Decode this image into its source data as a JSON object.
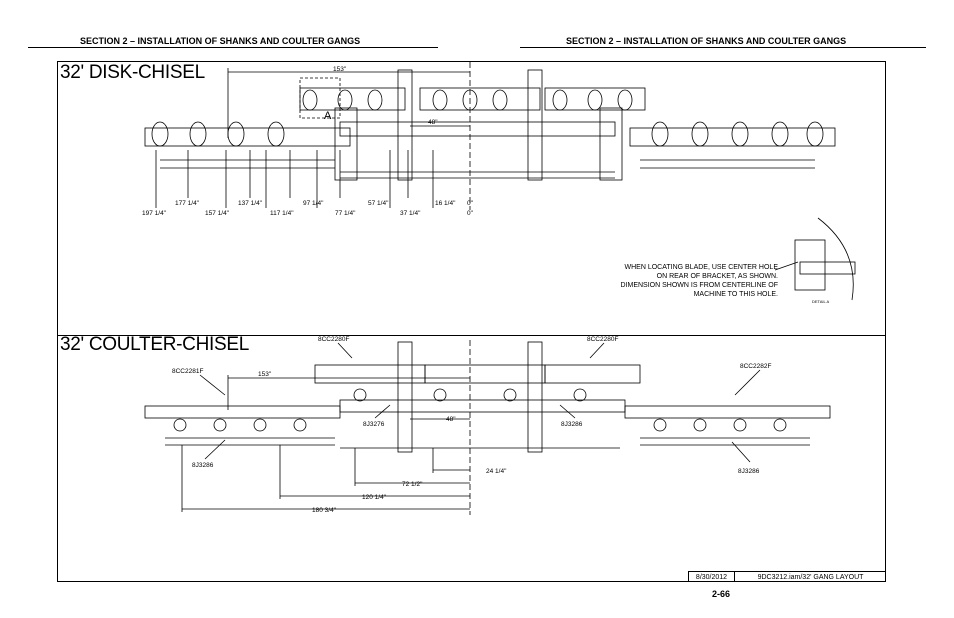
{
  "header": {
    "left": "SECTION 2 – INSTALLATION OF SHANKS AND COULTER GANGS",
    "right": "SECTION 2 – INSTALLATION OF SHANKS AND COULTER GANGS"
  },
  "disk_chisel": {
    "title": "32' DISK-CHISEL",
    "top_dim": "153\"",
    "center_dim": "48\"",
    "detail_marker": "A",
    "dims_upper": [
      "177 1/4\"",
      "137 1/4\"",
      "97 1/4\"",
      "57 1/4\"",
      "16 1/4\"",
      "0\""
    ],
    "dims_lower": [
      "197 1/4\"",
      "157 1/4\"",
      "117 1/4\"",
      "77 1/4\"",
      "37 1/4\"",
      "0\""
    ],
    "detail_note": "WHEN LOCATING BLADE, USE CENTER HOLE ON REAR OF BRACKET, AS SHOWN. DIMENSION SHOWN IS FROM CENTERLINE OF MACHINE TO THIS HOLE.",
    "detail_label": "DETAIL A"
  },
  "coulter_chisel": {
    "title": "32' COULTER-CHISEL",
    "parts": {
      "left_top": "8CC2280F",
      "right_top": "8CC2280F",
      "left_wing": "8CC2281F",
      "right_wing": "8CC2282F",
      "left_bracket": "8J3286",
      "center_left_bracket": "8J3276",
      "center_right_bracket": "8J3286",
      "right_bracket": "8J3286"
    },
    "top_dim": "153\"",
    "center_dim": "48\"",
    "dims": [
      "24 1/4\"",
      "72 1/2\"",
      "120 1/4\"",
      "180 3/4\""
    ]
  },
  "title_block": {
    "date": "8/30/2012",
    "file": "9DC3212.iam/32' GANG LAYOUT"
  },
  "page_number": "2-66"
}
